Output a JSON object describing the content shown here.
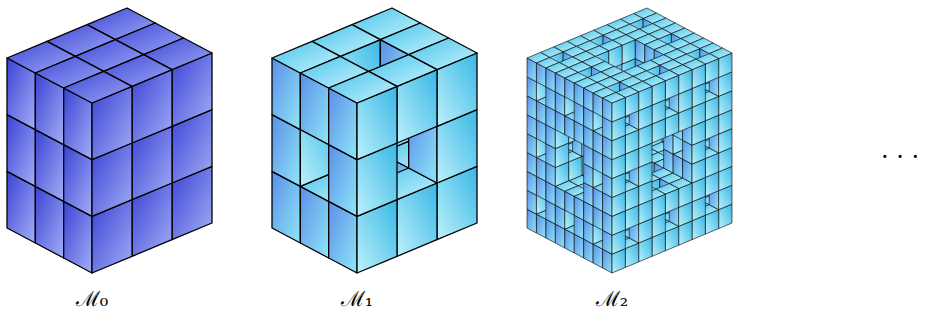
{
  "diagram": {
    "labels": [
      "ℳ₀",
      "ℳ₁",
      "ℳ₂",
      ". . ."
    ]
  }
}
